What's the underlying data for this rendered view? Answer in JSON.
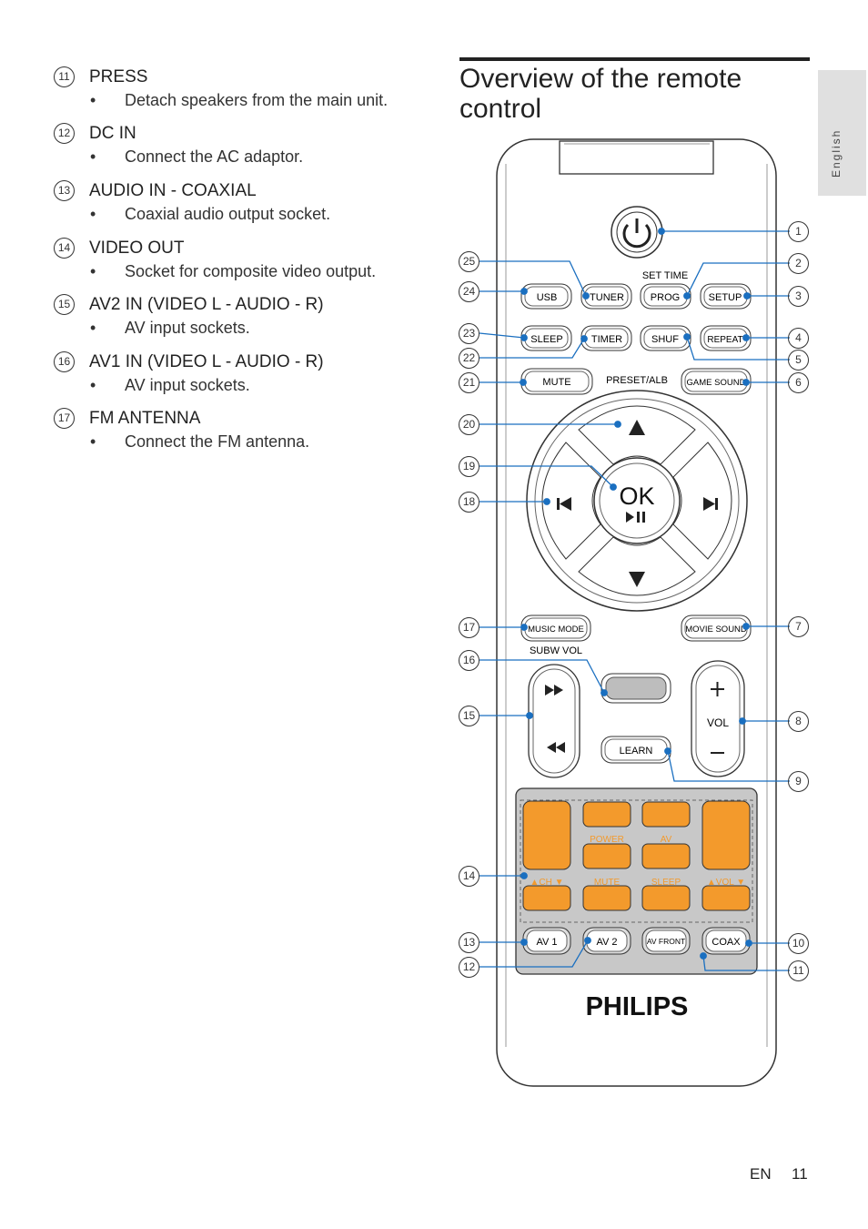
{
  "left_list": [
    {
      "num": "11",
      "title": "PRESS",
      "desc": "Detach speakers from the main unit."
    },
    {
      "num": "12",
      "title": "DC IN",
      "desc": "Connect the AC adaptor."
    },
    {
      "num": "13",
      "title": "AUDIO IN - COAXIAL",
      "desc": "Coaxial audio output socket."
    },
    {
      "num": "14",
      "title": "VIDEO OUT",
      "desc": "Socket for composite video output."
    },
    {
      "num": "15",
      "title": "AV2 IN (VIDEO L - AUDIO - R)",
      "desc": "AV input sockets."
    },
    {
      "num": "16",
      "title": "AV1 IN (VIDEO L - AUDIO - R)",
      "desc": "AV input sockets."
    },
    {
      "num": "17",
      "title": "FM ANTENNA",
      "desc": " Connect the FM antenna."
    }
  ],
  "section_title": "Overview of the remote control",
  "language_tab": "English",
  "footer": {
    "lang": "EN",
    "page": "11"
  },
  "remote": {
    "brand": "PHILIPS",
    "buttons": {
      "usb": "USB",
      "tuner": "TUNER",
      "prog": "PROG",
      "setup": "SETUP",
      "sleep": "SLEEP",
      "timer": "TIMER",
      "shuf": "SHUF",
      "repeat": "REPEAT",
      "mute": "MUTE",
      "game_sound": "GAME SOUND",
      "ok": "OK",
      "music_mode": "MUSIC MODE",
      "movie_sound": "MOVIE SOUND",
      "learn": "LEARN",
      "vol": "VOL",
      "av1": "AV 1",
      "av2": "AV 2",
      "av_front": "AV FRONT",
      "coax": "COAX"
    },
    "labels": {
      "set_time": "SET TIME",
      "preset_alb": "PRESET/ALB",
      "subw_vol": "SUBW VOL",
      "power": "POWER",
      "av": "AV",
      "ch": "▲CH ▼",
      "mute2": "MUTE",
      "sleep2": "SLEEP",
      "vol2": "▲VOL ▼"
    },
    "callouts_right": [
      "1",
      "2",
      "3",
      "4",
      "5",
      "6",
      "7",
      "8",
      "9",
      "10",
      "11"
    ],
    "callouts_left": [
      "25",
      "24",
      "23",
      "22",
      "21",
      "20",
      "19",
      "18",
      "17",
      "16",
      "15",
      "14",
      "13",
      "12"
    ]
  },
  "colors": {
    "callout_line": "#1a6fc0",
    "orange": "#f39a2c",
    "tab_bg": "#e0e0e0"
  }
}
